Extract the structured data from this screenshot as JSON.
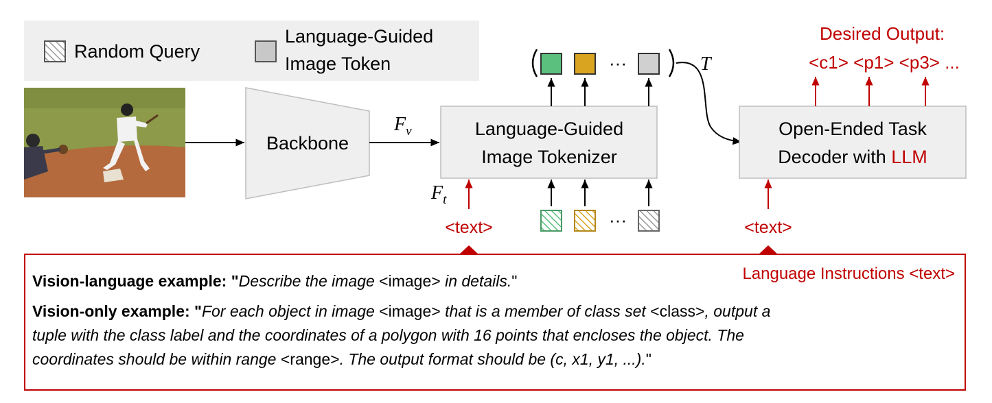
{
  "legend": {
    "random_query": "Random Query",
    "lg_token_line1": "Language-Guided",
    "lg_token_line2": "Image Token"
  },
  "input_image": {
    "description_icon": "baseball-photo"
  },
  "backbone": {
    "label": "Backbone"
  },
  "features": {
    "fv_main": "F",
    "fv_sub": "v",
    "ft_main": "F",
    "ft_sub": "t",
    "t_label": "T"
  },
  "tokenizer": {
    "line1": "Language-Guided",
    "line2": "Image Tokenizer"
  },
  "decoder": {
    "line1": "Open-Ended Task",
    "line2_prefix": "Decoder with ",
    "line2_llm": "LLM"
  },
  "token_ellipsis": "···",
  "text_inputs": {
    "tokenizer_text": "<text>",
    "decoder_text": "<text>"
  },
  "desired_output": {
    "title": "Desired Output:",
    "sequence": "<c1> <p1> <p3> ..."
  },
  "language_instructions": "Language Instructions <text>",
  "examples": {
    "vl_label": "Vision-language example: ",
    "vl_quote_open": "\"",
    "vl_t1": "Describe the image ",
    "vl_t2": "<image>",
    "vl_t3": " in details.",
    "vl_quote_close": "\"",
    "vo_label": "Vision-only example: ",
    "vo_quote_open": "\"",
    "vo_t1": "For each object in image ",
    "vo_t2": "<image>",
    "vo_t3": " that is a member of class set ",
    "vo_t4": "<class>",
    "vo_t5": ", output a",
    "vo_line2": "tuple with the class label and the coordinates of a polygon with 16 points that encloses the object.  The",
    "vo_l3_t1": "coordinates should be within range ",
    "vo_l3_t2": "<range>",
    "vo_l3_t3": ". The output format should be (c, x1, y1, ...).",
    "vo_quote_close": "\""
  },
  "colors": {
    "red": "#c00000",
    "box_fill": "#efefef",
    "box_stroke": "#bdbdbd",
    "token_green": "#5bbf7d",
    "token_yellow": "#d9a521",
    "token_gray": "#d0d0d0"
  }
}
